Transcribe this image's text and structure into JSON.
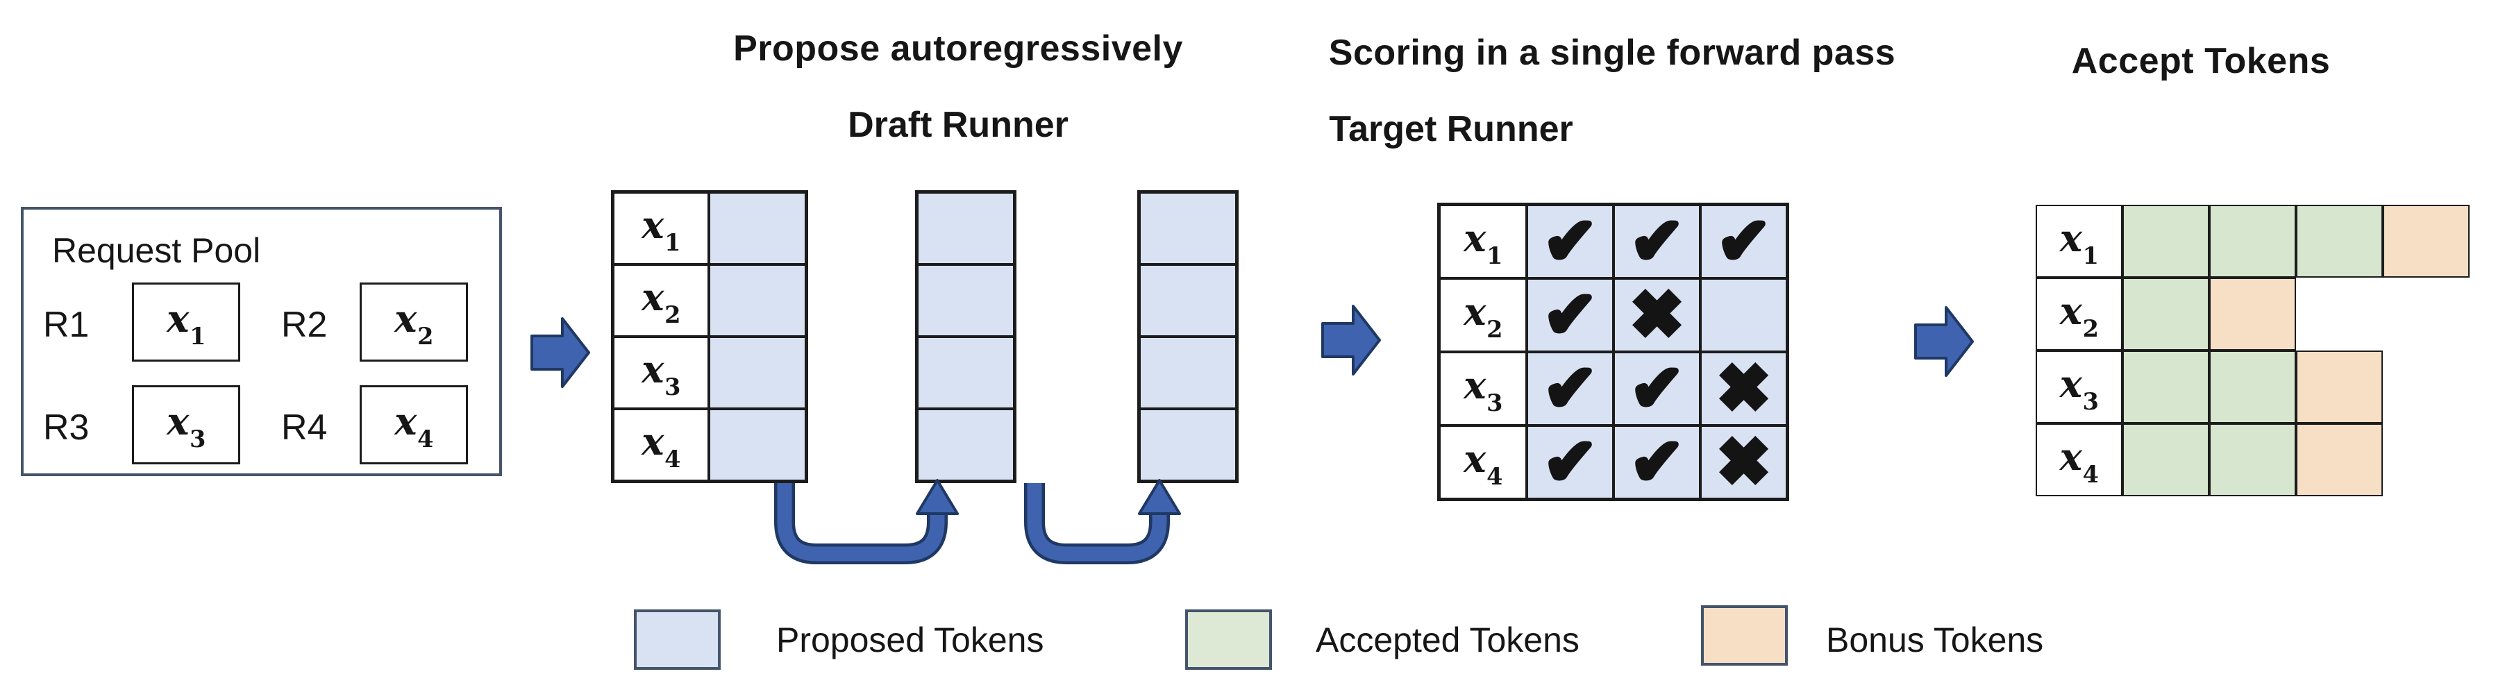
{
  "request_pool": {
    "title": "Request Pool",
    "requests": [
      {
        "id": "R1",
        "token": {
          "base": "x",
          "sub": "1"
        }
      },
      {
        "id": "R2",
        "token": {
          "base": "x",
          "sub": "2"
        }
      },
      {
        "id": "R3",
        "token": {
          "base": "x",
          "sub": "3"
        }
      },
      {
        "id": "R4",
        "token": {
          "base": "x",
          "sub": "4"
        }
      }
    ]
  },
  "draft": {
    "caption": "Propose autoregressively",
    "title": "Draft Runner",
    "row_labels": [
      {
        "base": "x",
        "sub": "1"
      },
      {
        "base": "x",
        "sub": "2"
      },
      {
        "base": "x",
        "sub": "3"
      },
      {
        "base": "x",
        "sub": "4"
      }
    ]
  },
  "target": {
    "caption": "Scoring in a single forward pass",
    "title": "Target Runner",
    "rows": [
      {
        "label": {
          "base": "x",
          "sub": "1"
        },
        "marks": [
          "✔",
          "✔",
          "✔"
        ]
      },
      {
        "label": {
          "base": "x",
          "sub": "2"
        },
        "marks": [
          "✔",
          "✖",
          ""
        ]
      },
      {
        "label": {
          "base": "x",
          "sub": "3"
        },
        "marks": [
          "✔",
          "✔",
          "✖"
        ]
      },
      {
        "label": {
          "base": "x",
          "sub": "4"
        },
        "marks": [
          "✔",
          "✔",
          "✖"
        ]
      }
    ]
  },
  "accept": {
    "title": "Accept Tokens",
    "rows": [
      {
        "label": {
          "base": "x",
          "sub": "1"
        },
        "cells": [
          "accepted",
          "accepted",
          "accepted",
          "bonus"
        ]
      },
      {
        "label": {
          "base": "x",
          "sub": "2"
        },
        "cells": [
          "accepted",
          "bonus"
        ]
      },
      {
        "label": {
          "base": "x",
          "sub": "3"
        },
        "cells": [
          "accepted",
          "accepted",
          "bonus"
        ]
      },
      {
        "label": {
          "base": "x",
          "sub": "4"
        },
        "cells": [
          "accepted",
          "accepted",
          "bonus"
        ]
      }
    ]
  },
  "legend": {
    "items": [
      {
        "kind": "proposed",
        "label": "Proposed Tokens"
      },
      {
        "kind": "accepted",
        "label": "Accepted Tokens"
      },
      {
        "kind": "bonus",
        "label": "Bonus Tokens"
      }
    ]
  },
  "colors": {
    "proposed": "#d9e2f3",
    "accepted": "#d7e6cf",
    "bonus": "#f7dfc6",
    "arrow_fill": "#3f63ae",
    "arrow_border": "#1f3864",
    "grid_border": "#1c1c1c",
    "panel_border": "#44546a"
  }
}
